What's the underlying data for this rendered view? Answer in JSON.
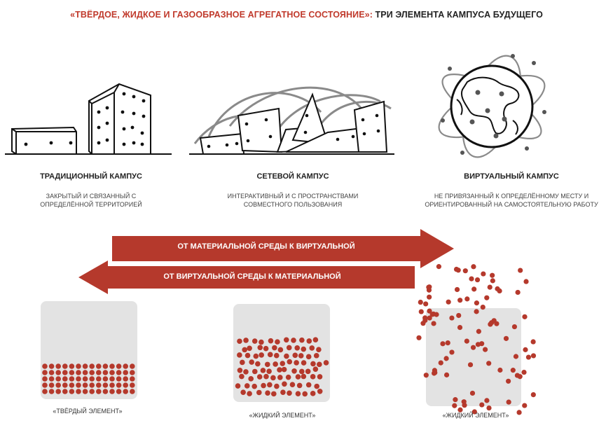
{
  "title": {
    "highlight": "«ТВЁРДОЕ, ЖИДКОЕ И ГАЗООБРАЗНОЕ АГРЕГАТНОЕ СОСТОЯНИЕ»:",
    "rest": " ТРИ ЭЛЕМЕНТА КАМПУСА БУДУЩЕГО"
  },
  "campuses": [
    {
      "name": "ТРАДИЦИОННЫЙ КАМПУС",
      "desc1": "ЗАКРЫТЫЙ И СВЯЗАННЫЙ С",
      "desc2": "ОПРЕДЕЛЁННОЙ ТЕРРИТОРИЕЙ"
    },
    {
      "name": "СЕТЕВОЙ КАМПУС",
      "desc1": "ИНТЕРАКТИВНЫЙ И С ПРОСТРАНСТВАМИ",
      "desc2": "СОВМЕСТНОГО ПОЛЬЗОВАНИЯ"
    },
    {
      "name": "ВИРТУАЛЬНЫЙ КАМПУС",
      "desc1": "НЕ ПРИВЯЗАННЫЙ К ОПРЕДЕЛЁННОМУ МЕСТУ И",
      "desc2": "ОРИЕНТИРОВАННЫЙ НА САМОСТОЯТЕЛЬНУЮ РАБОТУ"
    }
  ],
  "arrows": {
    "right": "ОТ МАТЕРИАЛЬНОЙ СРЕДЫ К ВИРТУАЛЬНОЙ",
    "left": "ОТ ВИРТУАЛЬНОЙ СРЕДЫ К МАТЕРИАЛЬНОЙ"
  },
  "elements": [
    {
      "caption": "«ТВЁРДЫЙ ЭЛЕМЕНТ»"
    },
    {
      "caption": "«ЖИДКИЙ ЭЛЕМЕНТ»"
    },
    {
      "caption": "«ЖИДКИЙ ЭЛЕМЕНТ»"
    }
  ],
  "colors": {
    "accent": "#c0392b",
    "box": "#e3e3e3",
    "dot": "#b5392c"
  }
}
